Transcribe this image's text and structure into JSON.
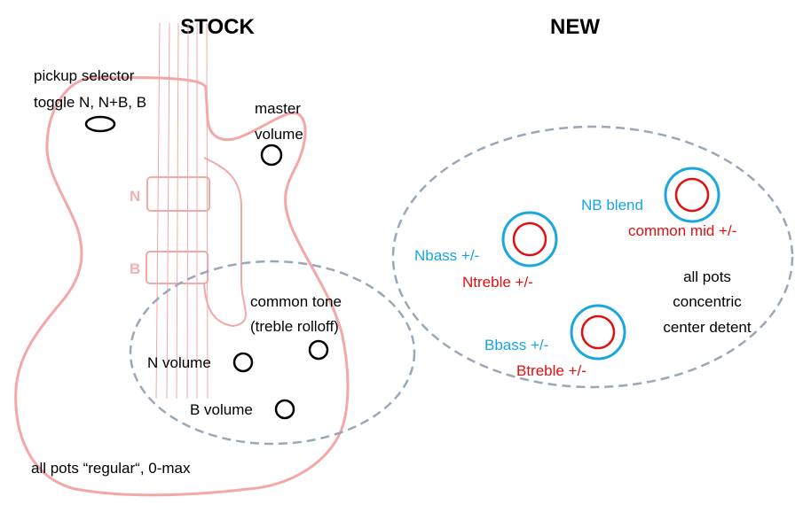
{
  "stock": {
    "heading": "STOCK",
    "pickup_selector": [
      "pickup selector",
      "toggle N, N+B, B"
    ],
    "master_volume": [
      "master",
      "volume"
    ],
    "pickup_neck": "N",
    "pickup_bridge": "B",
    "common_tone": [
      "common tone",
      "(treble rolloff)"
    ],
    "n_volume": "N volume",
    "b_volume": "B volume",
    "footnote": "all pots “regular“, 0-max"
  },
  "new": {
    "heading": "NEW",
    "nb_blend": "NB blend",
    "common_mid": "common mid +/-",
    "nbass": "Nbass +/-",
    "ntreble": "Ntreble +/-",
    "bbass": "Bbass +/-",
    "btreble": "Btreble +/-",
    "note": [
      "all pots",
      "concentric",
      "center detent"
    ]
  },
  "colors": {
    "guitar_outline": "#f4a7a7",
    "dashed_region": "#9aa7b8",
    "outer_ring": "#1aa7e0",
    "inner_ring": "#e01010"
  }
}
